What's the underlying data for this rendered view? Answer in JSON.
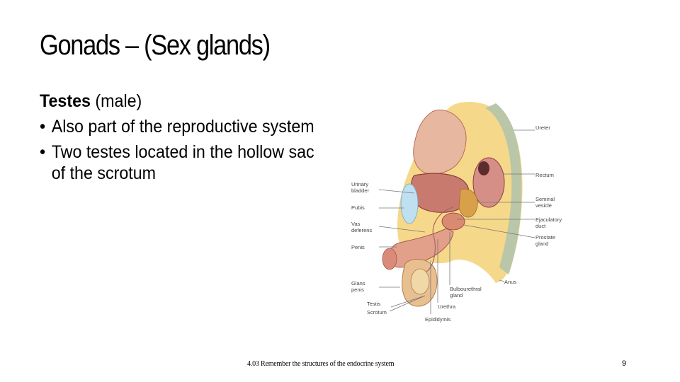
{
  "slide": {
    "title": "Gonads – (Sex glands)",
    "heading_bold": "Testes",
    "heading_rest": " (male)",
    "bullets": [
      "Also part of the reproductive system",
      "Two testes located in the hollow sac of the scrotum"
    ],
    "bullet_glyph": "•"
  },
  "figure": {
    "labels_left": [
      "Urinary bladder",
      "Pubis",
      "Vas deferens",
      "Penis",
      "Glans penis",
      "Testis",
      "Scrotum"
    ],
    "labels_right": [
      "Ureter",
      "Rectum",
      "Seminal vesicle",
      "Ejaculatory duct",
      "Prostate gland",
      "Anus"
    ],
    "labels_bottom": [
      "Bulbourethral gland",
      "Urethra",
      "Epididymis"
    ]
  },
  "footer": {
    "text": "4.03 Remember the structures of the endocrine system",
    "page_number": "9"
  }
}
